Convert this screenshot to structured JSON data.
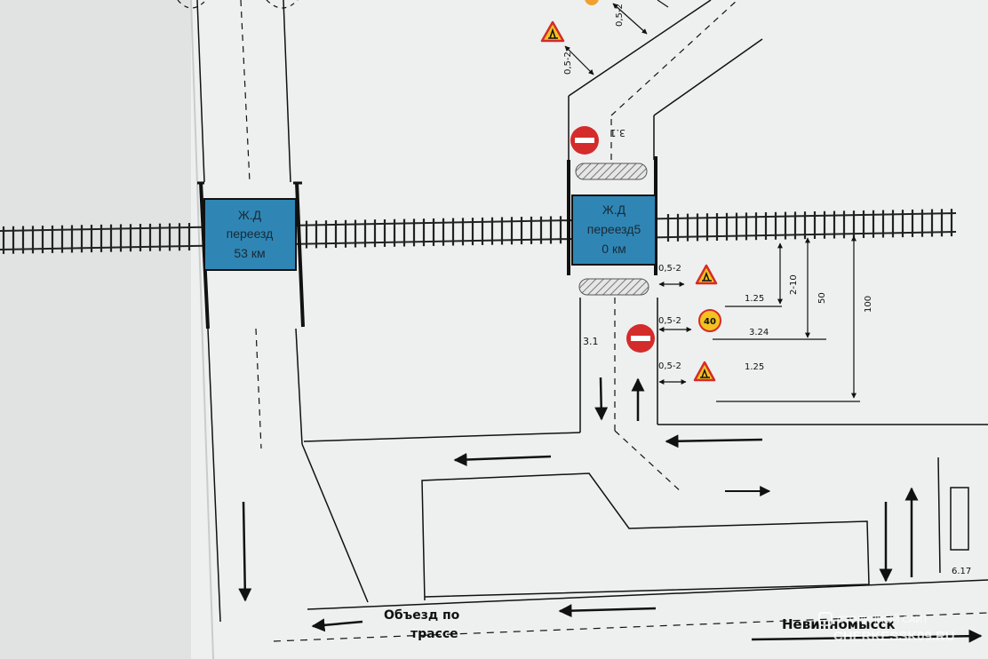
{
  "crossings": [
    {
      "lines": [
        "Ж.Д",
        "переезд",
        "53 км"
      ]
    },
    {
      "lines": [
        "Ж.Д",
        "переезд5",
        "0 км"
      ]
    }
  ],
  "signs": {
    "road_works": "road-works-sign",
    "no_entry": "no-entry-sign",
    "speed_limit": "40"
  },
  "distances": {
    "top_1": "0,5-2",
    "top_2": "0,5-2",
    "right_1": "0,5-2",
    "right_2": "0,5-2",
    "right_3": "0,5-2"
  },
  "markings": {
    "top": "3.1",
    "left": "3.1",
    "line_1": "1.25",
    "line_2": "3.24",
    "line_3": "1.25",
    "plate": "6.17"
  },
  "dimensions": {
    "d1": "2-10",
    "d2": "50",
    "d3": "100"
  },
  "detour": {
    "line1": "Объезд по",
    "line2": "трассе"
  },
  "city": "Невинномысск",
  "watermark": {
    "line1": "СТОЛИЧНЫЙ САЙТ",
    "line2": "CHERKESSK09.RU"
  },
  "colors": {
    "crossing_fill": "#2f86b4",
    "sign_red": "#d42b2b",
    "sign_yellow": "#f4c21f",
    "paper": "#f1f2f2"
  }
}
